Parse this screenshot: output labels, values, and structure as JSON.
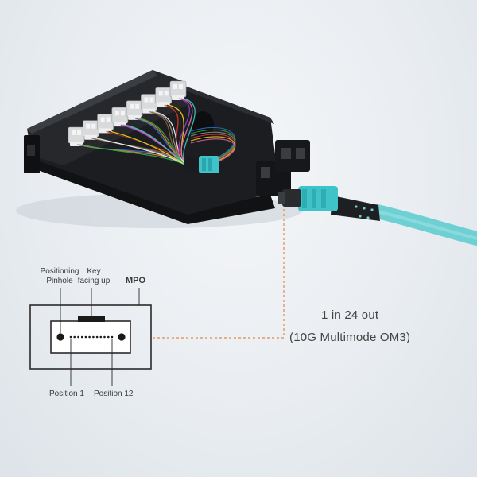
{
  "diagram": {
    "labels": {
      "positioning_pinhole_line1": "Positioning",
      "positioning_pinhole_line2": "Pinhole",
      "key_line1": "Key",
      "key_line2": "facing up",
      "mpo": "MPO",
      "position_1": "Position 1",
      "position_12": "Position 12",
      "output_line1": "1 in 24 out",
      "output_line2": "(10G Multimode OM3)"
    },
    "colors": {
      "cassette": "#1c1d20",
      "connector_aqua": "#3fc3c9",
      "cable_aqua": "#6fd0d3",
      "leader_line": "#e08a4a"
    },
    "fiber_colors": [
      "#2f6fd1",
      "#e8862a",
      "#2fa84a",
      "#8a5a2b",
      "#8e8e8e",
      "#f2f2f2",
      "#d93a2b",
      "#222222",
      "#f2d21b",
      "#8e3fc4",
      "#e86aa8",
      "#39c6c6"
    ]
  }
}
